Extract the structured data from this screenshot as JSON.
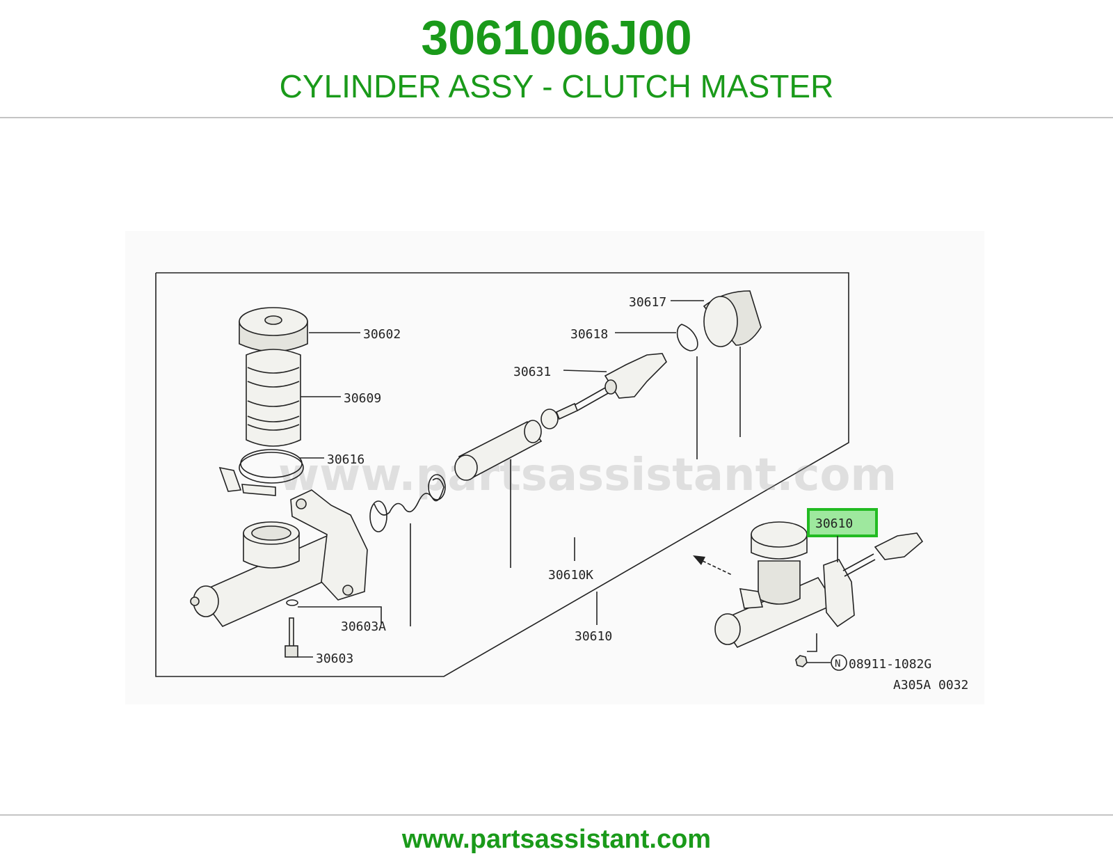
{
  "header": {
    "part_number": "3061006J00",
    "part_name": "CYLINDER ASSY - CLUTCH MASTER"
  },
  "diagram": {
    "watermark": "www.partsassistant.com",
    "highlight_color": "#22bb22",
    "callouts": {
      "c30602": "30602",
      "c30609": "30609",
      "c30616": "30616",
      "c30617": "30617",
      "c30618": "30618",
      "c30631": "30631",
      "c30610k": "30610K",
      "c30603a": "30603A",
      "c30603": "30603",
      "c30610": "30610",
      "c30610_highlight": "30610",
      "c08911": "08911-1082G"
    },
    "nut_symbol": "N",
    "reference_code": "A305A 0032"
  },
  "footer": {
    "link": "www.partsassistant.com"
  }
}
